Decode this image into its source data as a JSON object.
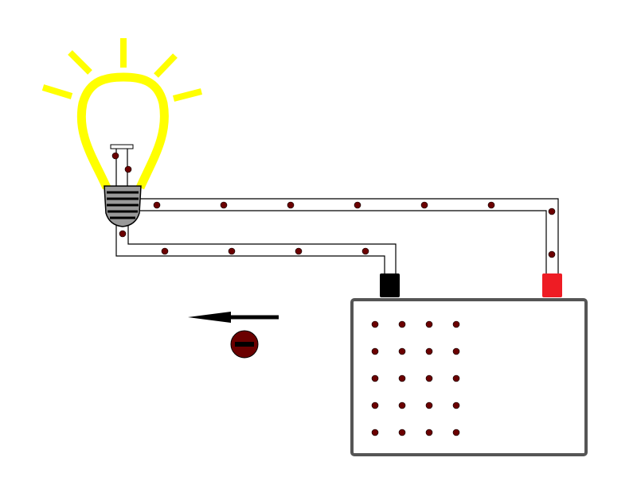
{
  "diagram": {
    "type": "electric-circuit",
    "components": [
      {
        "id": "bulb",
        "kind": "light-bulb",
        "state": "lit"
      },
      {
        "id": "battery",
        "kind": "battery",
        "terminals": [
          "negative",
          "positive"
        ]
      }
    ],
    "electron_count_shown": 36,
    "legend": {
      "symbol": "minus-sign",
      "meaning": "electron"
    },
    "flow_arrow_direction": "left"
  },
  "colors": {
    "glow": "#ffff00",
    "electron": "#6b0000",
    "negative_terminal": "#000000",
    "positive_terminal": "#ee1c24",
    "battery_outline": "#555555",
    "bulb_base": "#999999",
    "wire": "#000000"
  },
  "icons": {
    "electron": "minus-circle-icon",
    "flow": "left-arrow-icon"
  }
}
